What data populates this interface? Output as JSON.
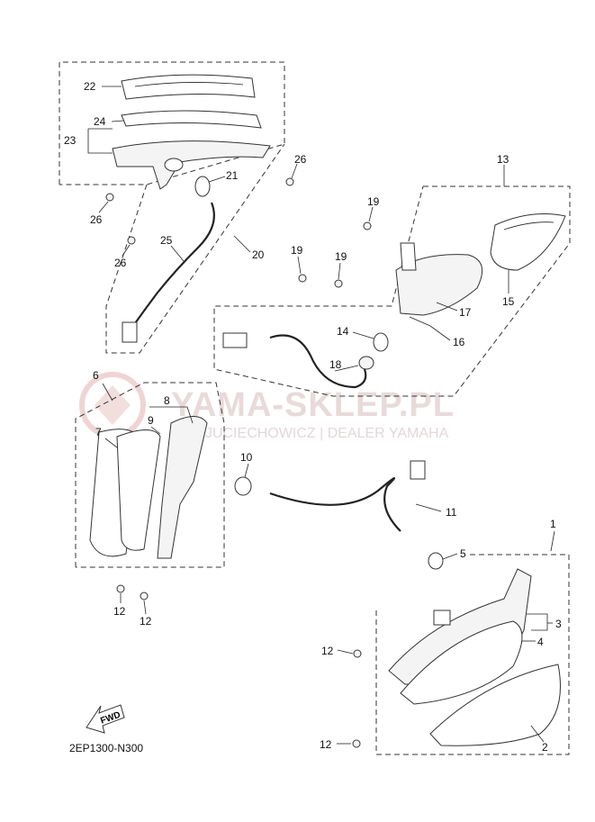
{
  "watermark": {
    "brand": "YAMA-SKLEP.PL",
    "tagline": "JUCIECHOWICZ | DEALER YAMAHA"
  },
  "fwd_label": "FWD",
  "diagram_code": "2EP1300-N300",
  "callouts": {
    "p1": "1",
    "p2": "2",
    "p3": "3",
    "p4": "4",
    "p5": "5",
    "p6": "6",
    "p7": "7",
    "p8": "8",
    "p9": "9",
    "p10": "10",
    "p11": "11",
    "p12a": "12",
    "p12b": "12",
    "p12c": "12",
    "p12d": "12",
    "p13": "13",
    "p14": "14",
    "p15": "15",
    "p16": "16",
    "p17": "17",
    "p18": "18",
    "p19a": "19",
    "p19b": "19",
    "p19c": "19",
    "p20": "20",
    "p21": "21",
    "p22": "22",
    "p23": "23",
    "p24": "24",
    "p25": "25",
    "p26a": "26",
    "p26b": "26",
    "p26c": "26"
  }
}
